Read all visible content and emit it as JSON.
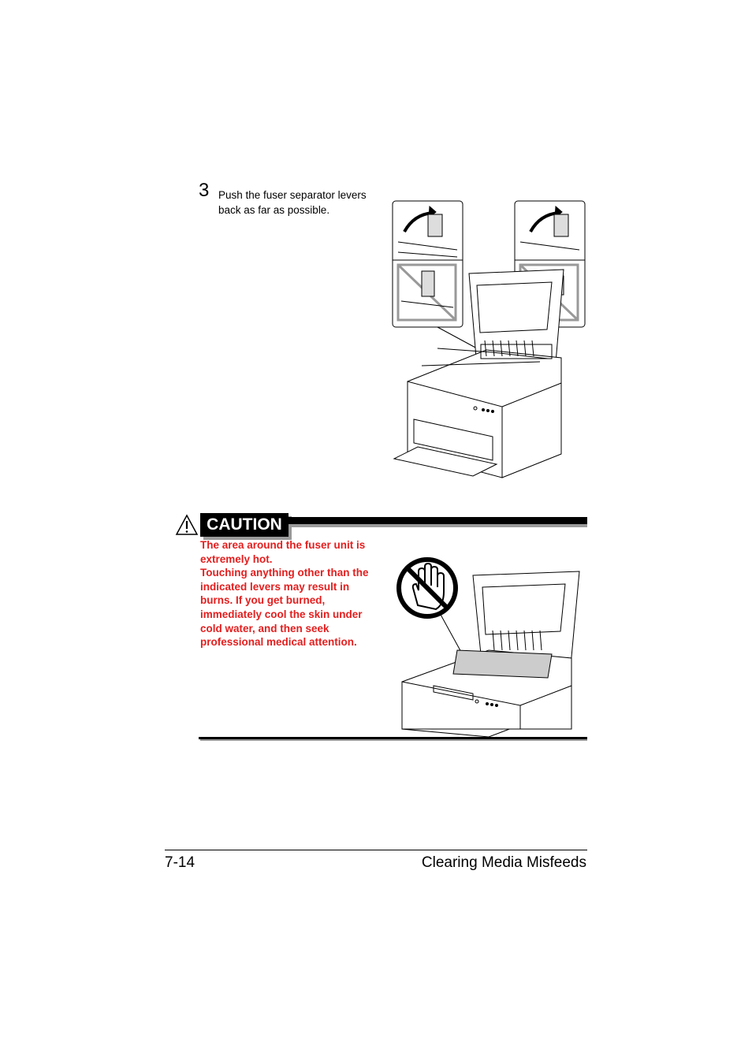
{
  "step": {
    "number": "3",
    "text": "Push the fuser separator levers\nback as far as possible."
  },
  "caution": {
    "label": "CAUTION",
    "text": "The area around the fuser unit is\nextremely hot.\nTouching anything other than the\nindicated levers may result in\nburns. If you get burned,\nimmediately cool the skin under\ncold water, and then seek\nprofessional medical attention."
  },
  "footer": {
    "page_number": "7-14",
    "section_title": "Clearing Media Misfeeds"
  },
  "colors": {
    "caution_text": "#e41e1e",
    "rule": "#000000",
    "shadow": "#9a9a9a"
  }
}
